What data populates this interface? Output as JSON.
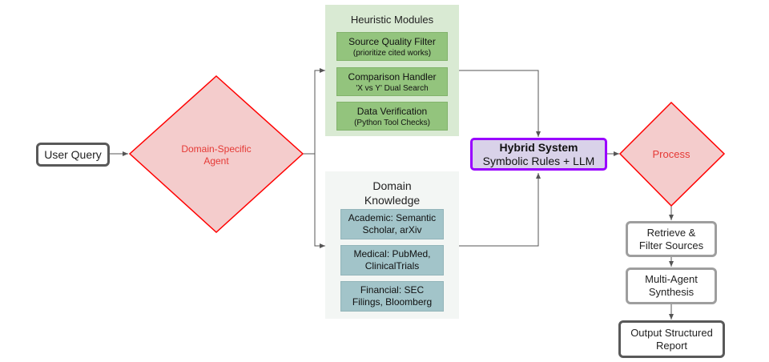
{
  "user_query": "User Query",
  "domain_agent": [
    "Domain-Specific",
    "Agent"
  ],
  "heuristic": {
    "title": "Heuristic Modules",
    "items": [
      {
        "title": "Source Quality Filter",
        "subtitle": "(prioritize cited works)"
      },
      {
        "title": "Comparison Handler",
        "subtitle": "'X vs Y' Dual Search"
      },
      {
        "title": "Data Verification",
        "subtitle": "(Python Tool Checks)"
      }
    ]
  },
  "domain_knowledge": {
    "title_line1": "Domain",
    "title_line2": "Knowledge",
    "items": [
      {
        "line1": "Academic: Semantic",
        "line2": "Scholar, arXiv"
      },
      {
        "line1": "Medical: PubMed,",
        "line2": "ClinicalTrials"
      },
      {
        "line1": "Financial: SEC",
        "line2": "Filings, Bloomberg"
      }
    ]
  },
  "hybrid": {
    "title": "Hybrid System",
    "subtitle": "Symbolic Rules + LLM"
  },
  "process": "Process",
  "retrieve": [
    "Retrieve &",
    "Filter Sources"
  ],
  "synthesis": [
    "Multi-Agent",
    "Synthesis"
  ],
  "report": [
    "Output Structured",
    "Report"
  ],
  "colors": {
    "diamond_fill": "#f4cccc",
    "diamond_stroke": "#ff0000",
    "hybrid_fill": "#d9d2e9",
    "hybrid_stroke": "#9900ff",
    "green_panel": "#d9ead3",
    "blue_panel": "#f3f6f4"
  }
}
